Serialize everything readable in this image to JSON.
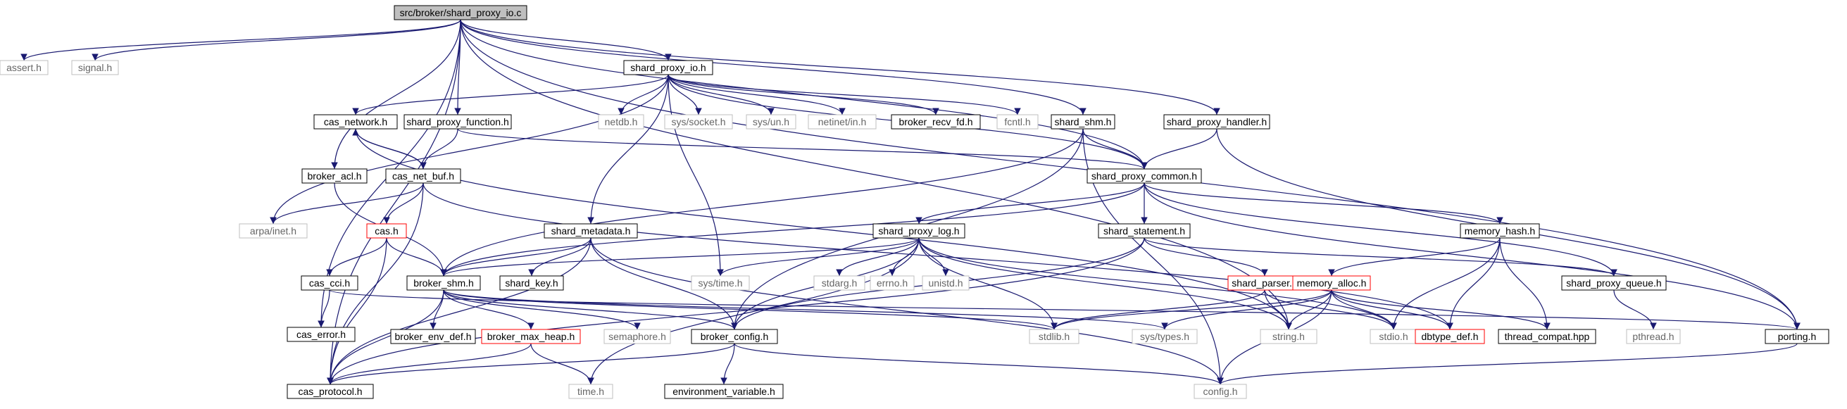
{
  "root": "src/broker/shard_proxy_io.c",
  "nodes": [
    {
      "id": "root",
      "label": "src/broker/shard_proxy_io.c",
      "style": "root"
    },
    {
      "id": "assert_h",
      "label": "assert.h",
      "style": "system"
    },
    {
      "id": "signal_h",
      "label": "signal.h",
      "style": "system"
    },
    {
      "id": "cas_error_h",
      "label": "cas_error.h",
      "style": "local"
    },
    {
      "id": "cas_protocol_h",
      "label": "cas_protocol.h",
      "style": "local"
    },
    {
      "id": "broker_acl_h",
      "label": "broker_acl.h",
      "style": "local"
    },
    {
      "id": "shard_proxy_function_h",
      "label": "shard_proxy_function.h",
      "style": "local"
    },
    {
      "id": "shard_proxy_io_h",
      "label": "shard_proxy_io.h",
      "style": "local"
    },
    {
      "id": "shard_shm_h",
      "label": "shard_shm.h",
      "style": "local"
    },
    {
      "id": "shard_proxy_handler_h",
      "label": "shard_proxy_handler.h",
      "style": "local"
    },
    {
      "id": "porting_h",
      "label": "porting.h",
      "style": "local"
    },
    {
      "id": "string_h",
      "label": "string.h",
      "style": "system"
    },
    {
      "id": "cas_network_h",
      "label": "cas_network.h",
      "style": "local"
    },
    {
      "id": "netdb_h",
      "label": "netdb.h",
      "style": "system"
    },
    {
      "id": "sys_socket_h",
      "label": "sys/socket.h",
      "style": "system"
    },
    {
      "id": "sys_un_h",
      "label": "sys/un.h",
      "style": "system"
    },
    {
      "id": "netinet_in_h",
      "label": "netinet/in.h",
      "style": "system"
    },
    {
      "id": "broker_recv_fd_h",
      "label": "broker_recv_fd.h",
      "style": "local"
    },
    {
      "id": "fcntl_h",
      "label": "fcntl.h",
      "style": "system"
    },
    {
      "id": "shard_proxy_common_h",
      "label": "shard_proxy_common.h",
      "style": "local"
    },
    {
      "id": "cas_net_buf_h",
      "label": "cas_net_buf.h",
      "style": "local"
    },
    {
      "id": "arpa_inet_h",
      "label": "arpa/inet.h",
      "style": "system"
    },
    {
      "id": "cas_h",
      "label": "cas.h",
      "style": "truncated"
    },
    {
      "id": "shard_metadata_h",
      "label": "shard_metadata.h",
      "style": "local"
    },
    {
      "id": "shard_proxy_log_h",
      "label": "shard_proxy_log.h",
      "style": "local"
    },
    {
      "id": "shard_statement_h",
      "label": "shard_statement.h",
      "style": "local"
    },
    {
      "id": "memory_hash_h",
      "label": "memory_hash.h",
      "style": "local"
    },
    {
      "id": "cas_cci_h",
      "label": "cas_cci.h",
      "style": "local"
    },
    {
      "id": "broker_shm_h",
      "label": "broker_shm.h",
      "style": "local"
    },
    {
      "id": "shard_key_h",
      "label": "shard_key.h",
      "style": "local"
    },
    {
      "id": "sys_time_h",
      "label": "sys/time.h",
      "style": "system"
    },
    {
      "id": "stdarg_h",
      "label": "stdarg.h",
      "style": "system"
    },
    {
      "id": "errno_h",
      "label": "errno.h",
      "style": "system"
    },
    {
      "id": "unistd_h",
      "label": "unistd.h",
      "style": "system"
    },
    {
      "id": "shard_parser_h",
      "label": "shard_parser.h",
      "style": "truncated"
    },
    {
      "id": "memory_alloc_h",
      "label": "memory_alloc.h",
      "style": "truncated"
    },
    {
      "id": "shard_proxy_queue_h",
      "label": "shard_proxy_queue.h",
      "style": "local"
    },
    {
      "id": "broker_env_def_h",
      "label": "broker_env_def.h",
      "style": "local"
    },
    {
      "id": "broker_max_heap_h",
      "label": "broker_max_heap.h",
      "style": "truncated"
    },
    {
      "id": "semaphore_h",
      "label": "semaphore.h",
      "style": "system"
    },
    {
      "id": "broker_config_h",
      "label": "broker_config.h",
      "style": "local"
    },
    {
      "id": "stdlib_h",
      "label": "stdlib.h",
      "style": "system"
    },
    {
      "id": "sys_types_h",
      "label": "sys/types.h",
      "style": "system"
    },
    {
      "id": "stdio_h",
      "label": "stdio.h",
      "style": "system"
    },
    {
      "id": "dbtype_def_h",
      "label": "dbtype_def.h",
      "style": "truncated"
    },
    {
      "id": "thread_compat_hpp",
      "label": "thread_compat.hpp",
      "style": "local"
    },
    {
      "id": "pthread_h",
      "label": "pthread.h",
      "style": "system"
    },
    {
      "id": "time_h",
      "label": "time.h",
      "style": "system"
    },
    {
      "id": "environment_variable_h",
      "label": "environment_variable.h",
      "style": "local"
    },
    {
      "id": "config_h",
      "label": "config.h",
      "style": "system"
    }
  ],
  "edges": [
    [
      "root",
      "assert_h"
    ],
    [
      "root",
      "signal_h"
    ],
    [
      "root",
      "cas_error_h"
    ],
    [
      "root",
      "cas_protocol_h"
    ],
    [
      "root",
      "broker_acl_h"
    ],
    [
      "root",
      "shard_proxy_function_h"
    ],
    [
      "root",
      "shard_proxy_io_h"
    ],
    [
      "root",
      "shard_shm_h"
    ],
    [
      "root",
      "shard_proxy_handler_h"
    ],
    [
      "root",
      "shard_proxy_common_h"
    ],
    [
      "root",
      "porting_h"
    ],
    [
      "root",
      "string_h"
    ],
    [
      "shard_proxy_io_h",
      "cas_network_h"
    ],
    [
      "shard_proxy_io_h",
      "netdb_h"
    ],
    [
      "shard_proxy_io_h",
      "sys_socket_h"
    ],
    [
      "shard_proxy_io_h",
      "sys_un_h"
    ],
    [
      "shard_proxy_io_h",
      "netinet_in_h"
    ],
    [
      "shard_proxy_io_h",
      "broker_recv_fd_h"
    ],
    [
      "shard_proxy_io_h",
      "fcntl_h"
    ],
    [
      "shard_proxy_io_h",
      "arpa_inet_h"
    ],
    [
      "shard_proxy_io_h",
      "shard_metadata_h"
    ],
    [
      "shard_proxy_io_h",
      "sys_time_h"
    ],
    [
      "shard_proxy_io_h",
      "shard_proxy_common_h"
    ],
    [
      "cas_network_h",
      "cas_net_buf_h"
    ],
    [
      "cas_net_buf_h",
      "cas_network_h"
    ],
    [
      "cas_network_h",
      "string_h"
    ],
    [
      "shard_proxy_function_h",
      "cas_net_buf_h"
    ],
    [
      "shard_proxy_function_h",
      "shard_proxy_common_h"
    ],
    [
      "shard_shm_h",
      "shard_proxy_common_h"
    ],
    [
      "shard_shm_h",
      "broker_shm_h"
    ],
    [
      "shard_shm_h",
      "broker_config_h"
    ],
    [
      "shard_shm_h",
      "config_h"
    ],
    [
      "shard_proxy_handler_h",
      "shard_proxy_common_h"
    ],
    [
      "shard_proxy_handler_h",
      "porting_h"
    ],
    [
      "broker_acl_h",
      "broker_shm_h"
    ],
    [
      "cas_net_buf_h",
      "arpa_inet_h"
    ],
    [
      "cas_net_buf_h",
      "cas_h"
    ],
    [
      "cas_net_buf_h",
      "cas_protocol_h"
    ],
    [
      "cas_net_buf_h",
      "dbtype_def_h"
    ],
    [
      "shard_proxy_common_h",
      "broker_shm_h"
    ],
    [
      "shard_proxy_common_h",
      "shard_proxy_log_h"
    ],
    [
      "shard_proxy_common_h",
      "shard_statement_h"
    ],
    [
      "shard_proxy_common_h",
      "memory_hash_h"
    ],
    [
      "shard_proxy_common_h",
      "shard_proxy_queue_h"
    ],
    [
      "shard_proxy_common_h",
      "porting_h"
    ],
    [
      "cas_h",
      "broker_shm_h"
    ],
    [
      "cas_h",
      "cas_cci_h"
    ],
    [
      "cas_h",
      "cas_protocol_h"
    ],
    [
      "shard_metadata_h",
      "broker_shm_h"
    ],
    [
      "shard_metadata_h",
      "shard_key_h"
    ],
    [
      "shard_metadata_h",
      "cas_protocol_h"
    ],
    [
      "shard_metadata_h",
      "broker_config_h"
    ],
    [
      "shard_metadata_h",
      "config_h"
    ],
    [
      "shard_proxy_log_h",
      "broker_shm_h"
    ],
    [
      "shard_proxy_log_h",
      "sys_time_h"
    ],
    [
      "shard_proxy_log_h",
      "stdarg_h"
    ],
    [
      "shard_proxy_log_h",
      "errno_h"
    ],
    [
      "shard_proxy_log_h",
      "unistd_h"
    ],
    [
      "shard_proxy_log_h",
      "broker_config_h"
    ],
    [
      "shard_proxy_log_h",
      "stdlib_h"
    ],
    [
      "shard_proxy_log_h",
      "string_h"
    ],
    [
      "shard_proxy_log_h",
      "stdio_h"
    ],
    [
      "shard_proxy_log_h",
      "time_h"
    ],
    [
      "shard_statement_h",
      "shard_parser_h"
    ],
    [
      "shard_statement_h",
      "shard_proxy_queue_h"
    ],
    [
      "shard_statement_h",
      "broker_config_h"
    ],
    [
      "shard_statement_h",
      "cas_protocol_h"
    ],
    [
      "memory_hash_h",
      "memory_alloc_h"
    ],
    [
      "memory_hash_h",
      "stdio_h"
    ],
    [
      "memory_hash_h",
      "dbtype_def_h"
    ],
    [
      "memory_hash_h",
      "thread_compat_hpp"
    ],
    [
      "cas_cci_h",
      "cas_error_h"
    ],
    [
      "cas_cci_h",
      "porting_h"
    ],
    [
      "broker_shm_h",
      "cas_protocol_h"
    ],
    [
      "broker_shm_h",
      "broker_env_def_h"
    ],
    [
      "broker_shm_h",
      "broker_max_heap_h"
    ],
    [
      "broker_shm_h",
      "semaphore_h"
    ],
    [
      "broker_shm_h",
      "broker_config_h"
    ],
    [
      "broker_shm_h",
      "stdlib_h"
    ],
    [
      "broker_shm_h",
      "sys_types_h"
    ],
    [
      "shard_parser_h",
      "stdlib_h"
    ],
    [
      "shard_parser_h",
      "string_h"
    ],
    [
      "shard_parser_h",
      "stdio_h"
    ],
    [
      "memory_alloc_h",
      "stdlib_h"
    ],
    [
      "memory_alloc_h",
      "string_h"
    ],
    [
      "memory_alloc_h",
      "stdio_h"
    ],
    [
      "memory_alloc_h",
      "sys_types_h"
    ],
    [
      "memory_alloc_h",
      "dbtype_def_h"
    ],
    [
      "memory_alloc_h",
      "thread_compat_hpp"
    ],
    [
      "memory_alloc_h",
      "config_h"
    ],
    [
      "shard_proxy_queue_h",
      "pthread_h"
    ],
    [
      "broker_max_heap_h",
      "cas_protocol_h"
    ],
    [
      "broker_max_heap_h",
      "time_h"
    ],
    [
      "broker_config_h",
      "cas_protocol_h"
    ],
    [
      "broker_config_h",
      "environment_variable_h"
    ],
    [
      "broker_config_h",
      "config_h"
    ],
    [
      "porting_h",
      "config_h"
    ]
  ],
  "colors": {
    "root_fill": "#bfbfbf",
    "local_border": "#000000",
    "system_border": "#bfbfbf",
    "system_text": "#666666",
    "truncated_border": "#ff0000",
    "edge": "#191970"
  }
}
